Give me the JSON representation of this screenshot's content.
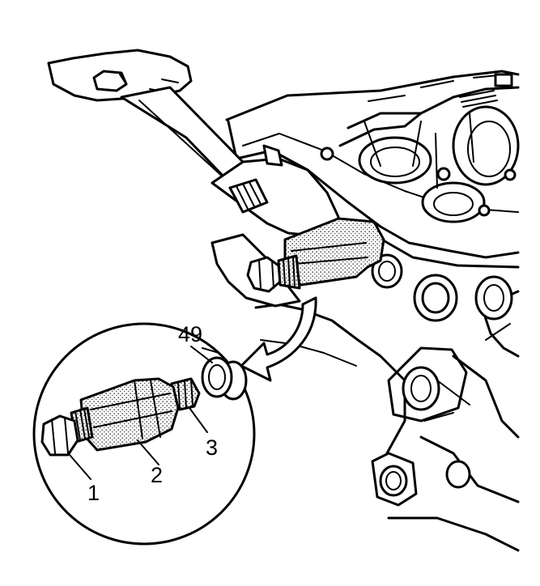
{
  "callouts": {
    "tool_part_1": "1",
    "tool_part_2": "2",
    "tool_part_3": "3",
    "seal_49": "49"
  },
  "colors": {
    "line": "#000000",
    "background": "#ffffff",
    "shading": "#8a8a8a"
  },
  "icons": [
    "hand",
    "adjustable-wrench",
    "removal-tool",
    "seal-ring",
    "curved-arrow",
    "engine-block",
    "magnifier-circle"
  ]
}
